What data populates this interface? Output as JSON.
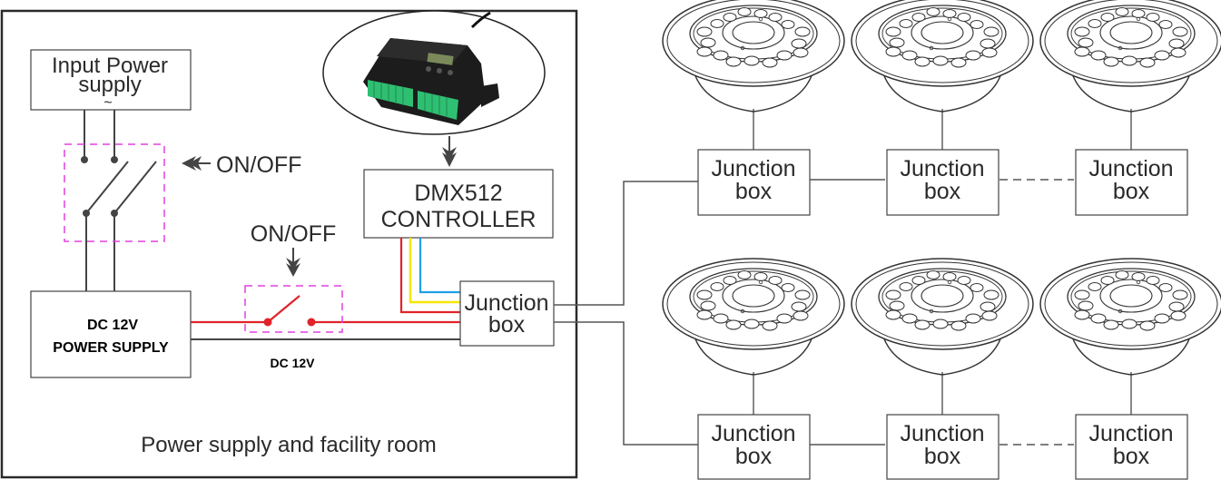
{
  "room": {
    "label": "Power supply and facility room"
  },
  "input_power": {
    "line1": "Input Power",
    "line2": "supply",
    "symbol": "~"
  },
  "ac_switch": {
    "label": "ON/OFF",
    "icon": "double-pole-switch-icon"
  },
  "dc_switch": {
    "label": "ON/OFF",
    "icon": "single-pole-switch-icon"
  },
  "power_supply": {
    "line1": "DC 12V",
    "line2": "POWER SUPPLY"
  },
  "dc_label": "DC 12V",
  "controller": {
    "line1": "DMX512",
    "line2": "CONTROLLER",
    "photo_icon": "led-controller-device-icon"
  },
  "junction_box": {
    "line1": "Junction",
    "line2": "box"
  },
  "fixtures": {
    "rows": 2,
    "per_row": 3,
    "icon": "underwater-led-light-icon"
  },
  "colors": {
    "frame": "#2a2a2a",
    "wire_dark": "#444444",
    "wire_red": "#e0232a",
    "wire_yellow": "#f5e600",
    "wire_blue": "#1ea0e6",
    "switch_box": "#e040e0"
  }
}
